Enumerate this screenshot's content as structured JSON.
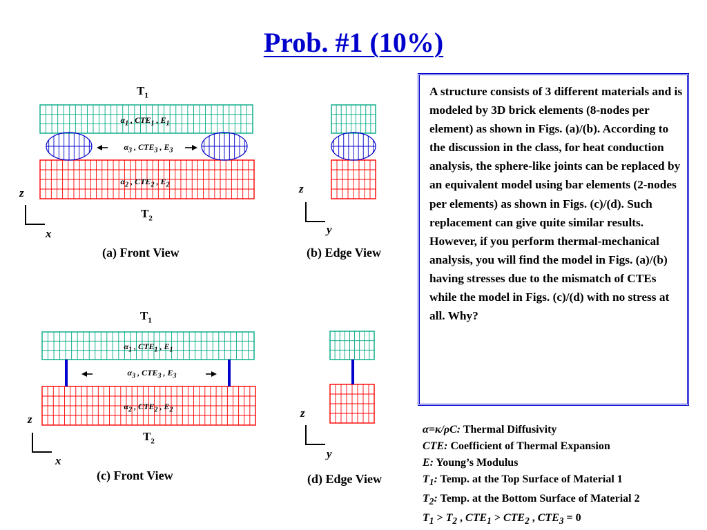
{
  "title": "Prob. #1 (10%)",
  "views": {
    "a": {
      "caption": "(a) Front View",
      "t1": "T",
      "t1_sub": "1",
      "t2": "T",
      "t2_sub": "2",
      "axis_v": "z",
      "axis_h": "x"
    },
    "b": {
      "caption": "(b) Edge View",
      "axis_v": "z",
      "axis_h": "y"
    },
    "c": {
      "caption": "(c) Front View",
      "t1": "T",
      "t1_sub": "1",
      "t2": "T",
      "t2_sub": "2",
      "axis_v": "z",
      "axis_h": "x"
    },
    "d": {
      "caption": "(d) Edge View",
      "axis_v": "z",
      "axis_h": "y"
    }
  },
  "materials": {
    "m1": {
      "alpha": "α",
      "sub": "1",
      "cte": "CTE",
      "e": "E",
      "sep": " , "
    },
    "m2": {
      "alpha": "α",
      "sub": "2",
      "cte": "CTE",
      "e": "E",
      "sep": " , "
    },
    "m3": {
      "alpha": "α",
      "sub": "3",
      "cte": "CTE",
      "e": "E",
      "sep": " , "
    }
  },
  "description": "A structure consists of 3 different materials and is modeled by 3D brick elements (8-nodes per element) as shown in Figs. (a)/(b). According to the discussion in the class, for heat conduction analysis, the sphere-like joints can be replaced by an equivalent model using bar elements (2-nodes per elements) as shown in Figs. (c)/(d). Such replacement can give quite similar results. However, if you perform thermal-mechanical analysis, you will find the model in Figs. (a)/(b) having stresses due to the mismatch of CTEs while the model in Figs. (c)/(d) with no stress at all. Why?",
  "legend": {
    "alpha_def_sym": "α=κ/ρC:",
    "alpha_def": " Thermal Diffusivity",
    "cte_sym": "CTE:",
    "cte_def": " Coefficient of Thermal Expansion",
    "e_sym": "E:",
    "e_def": " Young’s Modulus",
    "t1_sym": "T",
    "t1_sub": "1",
    "t1_def": " Temp. at the Top Surface of Material 1",
    "t2_sym": "T",
    "t2_sub": "2",
    "t2_def": " Temp. at the Bottom Surface of Material 2",
    "rel_a": "T",
    "rel_a_sub": "1",
    "rel_gt": " > ",
    "rel_b": "T",
    "rel_b_sub": "2",
    "rel_comma": " ,  ",
    "rel_c": "CTE",
    "rel_c_sub": "1",
    "rel_d": "CTE",
    "rel_d_sub": "2",
    "rel_comma2": " , ",
    "rel_e": "CTE",
    "rel_e_sub": "3",
    "rel_eq": " = 0"
  },
  "colors": {
    "title": "#0000cc",
    "material1": "#00a884",
    "material2": "#ff0000",
    "material3": "#0000cc",
    "bar": "#0000cc",
    "frame": "#0000cc"
  }
}
